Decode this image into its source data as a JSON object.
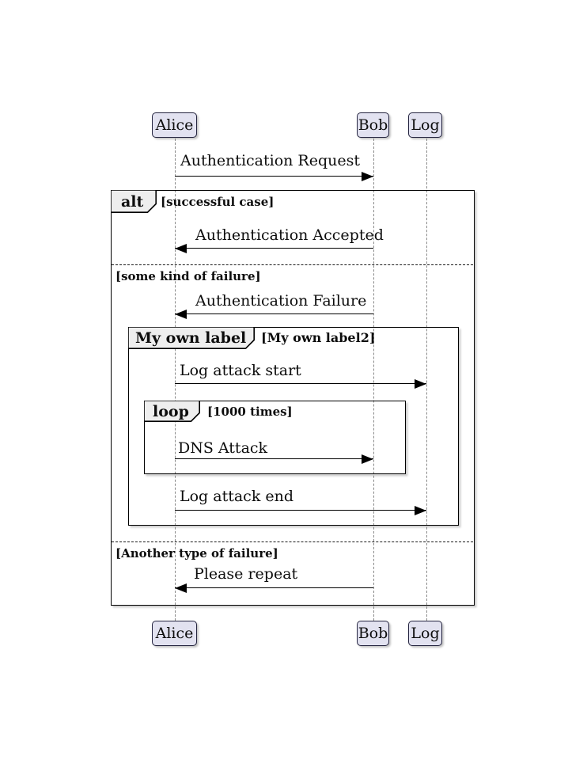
{
  "diagram": {
    "type": "uml-sequence-diagram",
    "participants": [
      {
        "id": "alice",
        "label": "Alice"
      },
      {
        "id": "bob",
        "label": "Bob"
      },
      {
        "id": "log",
        "label": "Log"
      }
    ],
    "messages": [
      {
        "label": "Authentication Request",
        "from": "Alice",
        "to": "Bob"
      },
      {
        "label": "Authentication Accepted",
        "from": "Bob",
        "to": "Alice"
      },
      {
        "label": "Authentication Failure",
        "from": "Bob",
        "to": "Alice"
      },
      {
        "label": "Log attack start",
        "from": "Alice",
        "to": "Log"
      },
      {
        "label": "DNS Attack",
        "from": "Alice",
        "to": "Bob"
      },
      {
        "label": "Log attack end",
        "from": "Alice",
        "to": "Log"
      },
      {
        "label": "Please repeat",
        "from": "Bob",
        "to": "Alice"
      }
    ],
    "frames": {
      "alt": {
        "operator": "alt",
        "guard": "[successful case]",
        "else_guards": [
          "[some kind of failure]",
          "[Another type of failure]"
        ]
      },
      "group": {
        "operator": "My own label",
        "guard": "[My own label2]"
      },
      "loop": {
        "operator": "loop",
        "guard": "[1000 times]"
      }
    },
    "colors": {
      "background": "#FFFFFF",
      "participant_fill": "#E2E2F0",
      "participant_border": "#24243F",
      "tab_fill": "#EEEEEE",
      "frame_border": "#000000",
      "lifeline": "#8A8A8A",
      "arrow": "#000000",
      "text": "#0D0D0D"
    }
  }
}
